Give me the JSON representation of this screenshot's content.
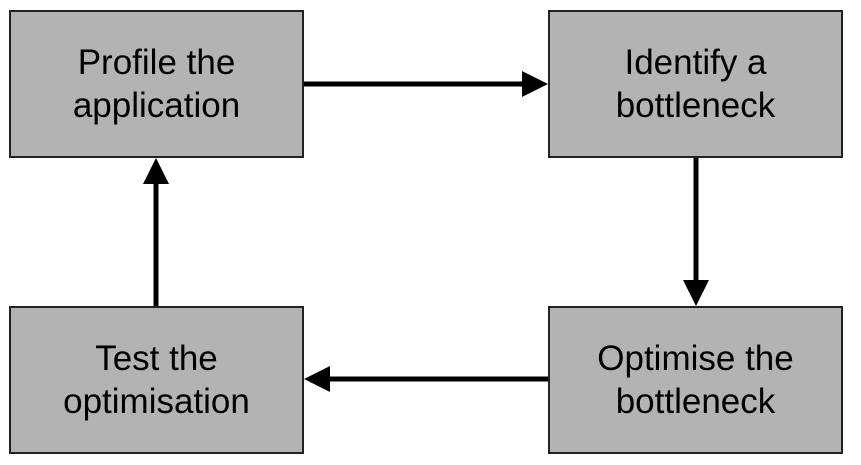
{
  "diagram": {
    "steps": [
      {
        "line1": "Profile the",
        "line2": "application"
      },
      {
        "line1": "Identify a",
        "line2": "bottleneck"
      },
      {
        "line1": "Optimise the",
        "line2": "bottleneck"
      },
      {
        "line1": "Test the",
        "line2": "optimisation"
      }
    ],
    "colors": {
      "box_fill": "#b3b3b3",
      "box_border": "#222222",
      "arrow": "#000000",
      "text": "#000000"
    }
  }
}
